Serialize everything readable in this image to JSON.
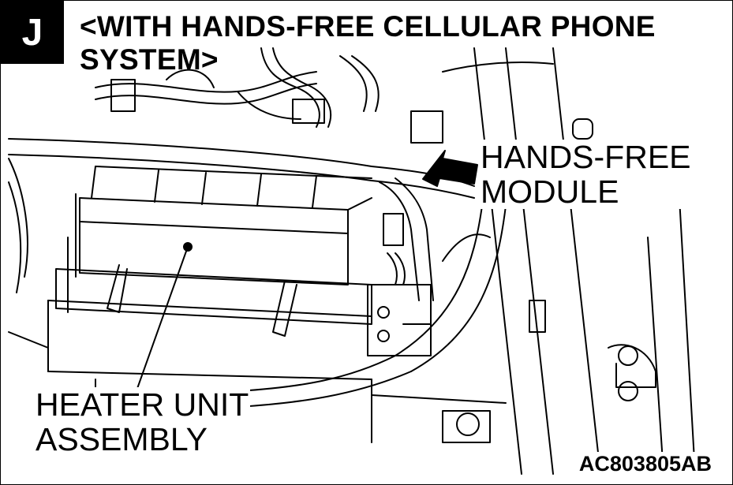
{
  "badge": {
    "letter": "J"
  },
  "caption": {
    "line1": "<WITH HANDS-FREE CELLULAR PHONE",
    "line2": "SYSTEM>"
  },
  "callouts": {
    "hands_free_module": {
      "line1": "HANDS-FREE",
      "line2": "MODULE"
    },
    "heater_unit": {
      "line1": "HEATER UNIT",
      "line2": "ASSEMBLY"
    }
  },
  "figure_id": "AC803805AB",
  "colors": {
    "ink": "#000000",
    "paper": "#ffffff"
  }
}
